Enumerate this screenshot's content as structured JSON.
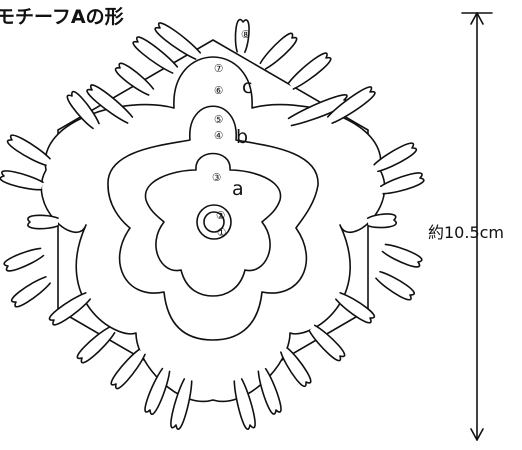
{
  "title": "モチーフAの形",
  "size_label": "約10.5cm",
  "zones": [
    "a",
    "b",
    "c"
  ],
  "rounds": [
    "①",
    "②",
    "③",
    "④",
    "⑤",
    "⑥",
    "⑦",
    "⑧"
  ]
}
